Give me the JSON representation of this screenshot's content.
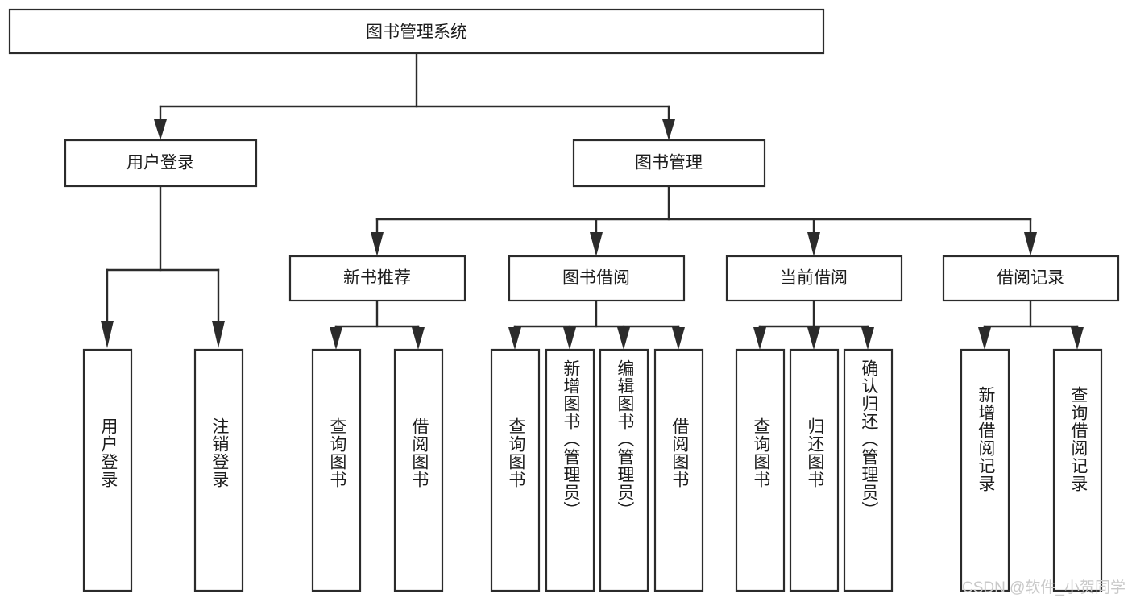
{
  "diagram": {
    "title": "图书管理系统",
    "type": "hierarchy-tree",
    "watermark": "CSDN @软件_小贺同学",
    "colors": {
      "background": "#ffffff",
      "box_stroke": "#2b2b2b",
      "box_fill": "#ffffff",
      "text": "#1d1d1d",
      "watermark": "#c9c9c9"
    },
    "root": {
      "label": "图书管理系统"
    },
    "level2": [
      {
        "label": "用户登录"
      },
      {
        "label": "图书管理"
      }
    ],
    "level3": [
      {
        "label": "新书推荐"
      },
      {
        "label": "图书借阅"
      },
      {
        "label": "当前借阅"
      },
      {
        "label": "借阅记录"
      }
    ],
    "leaves": {
      "user_login": [
        {
          "label": "用户登录"
        },
        {
          "label": "注销登录"
        }
      ],
      "new_book_recommend": [
        {
          "label": "查询图书"
        },
        {
          "label": "借阅图书"
        }
      ],
      "book_borrow": [
        {
          "label": "查询图书"
        },
        {
          "label": "新增图书（管理员）"
        },
        {
          "label": "编辑图书（管理员）"
        },
        {
          "label": "借阅图书"
        }
      ],
      "current_borrow": [
        {
          "label": "查询图书"
        },
        {
          "label": "归还图书"
        },
        {
          "label": "确认归还（管理员）"
        }
      ],
      "borrow_record": [
        {
          "label": "新增借阅记录"
        },
        {
          "label": "查询借阅记录"
        }
      ]
    }
  }
}
